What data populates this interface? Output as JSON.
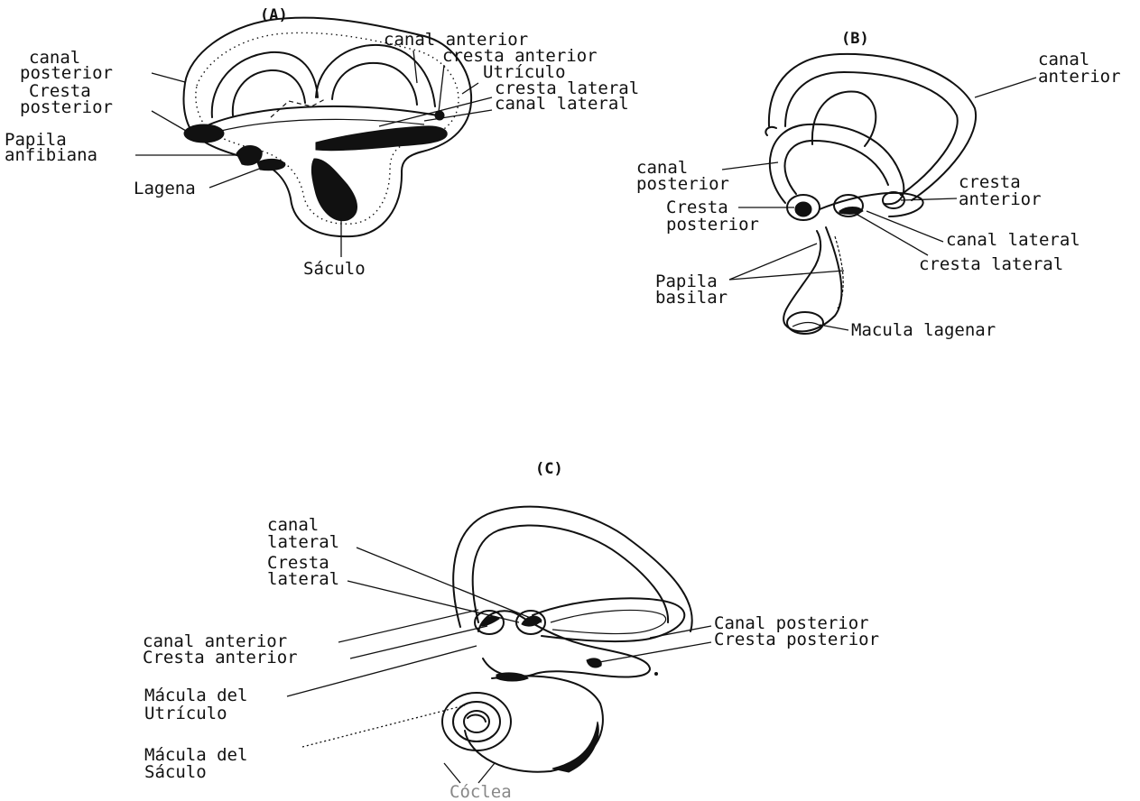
{
  "panels": {
    "a": {
      "title": "(A)",
      "labels": {
        "canal_posterior": [
          "canal",
          "posterior"
        ],
        "cresta_posterior": [
          "Cresta",
          "posterior"
        ],
        "papila_anfibiana": [
          "Papila",
          "anfibiana"
        ],
        "lagena": "Lagena",
        "saculo": "Sáculo",
        "canal_anterior": "canal anterior",
        "cresta_anterior": "cresta anterior",
        "utriculo": "Utrículo",
        "cresta_lateral": "cresta lateral",
        "canal_lateral": "canal lateral"
      }
    },
    "b": {
      "title": "(B)",
      "labels": {
        "canal_anterior": [
          "canal",
          "anterior"
        ],
        "canal_posterior": [
          "canal",
          "posterior"
        ],
        "cresta_posterior": [
          "Cresta",
          "posterior"
        ],
        "cresta_anterior": [
          "cresta",
          "anterior"
        ],
        "canal_lateral": "canal lateral",
        "cresta_lateral": "cresta lateral",
        "papila_basilar": [
          "Papila",
          "basilar"
        ],
        "macula_lagenar": "Macula lagenar"
      }
    },
    "c": {
      "title": "(C)",
      "labels": {
        "canal_lateral": [
          "canal",
          "lateral"
        ],
        "cresta_lateral": [
          "Cresta",
          "lateral"
        ],
        "canal_anterior": "canal anterior",
        "cresta_anterior": "Cresta anterior",
        "macula_utriculo": [
          "Mácula del",
          "Utrículo"
        ],
        "macula_saculo": [
          "Mácula del",
          "Sáculo"
        ],
        "coclea": "Cóclea",
        "canal_posterior": "Canal posterior",
        "cresta_posterior": "Cresta posterior"
      }
    }
  }
}
